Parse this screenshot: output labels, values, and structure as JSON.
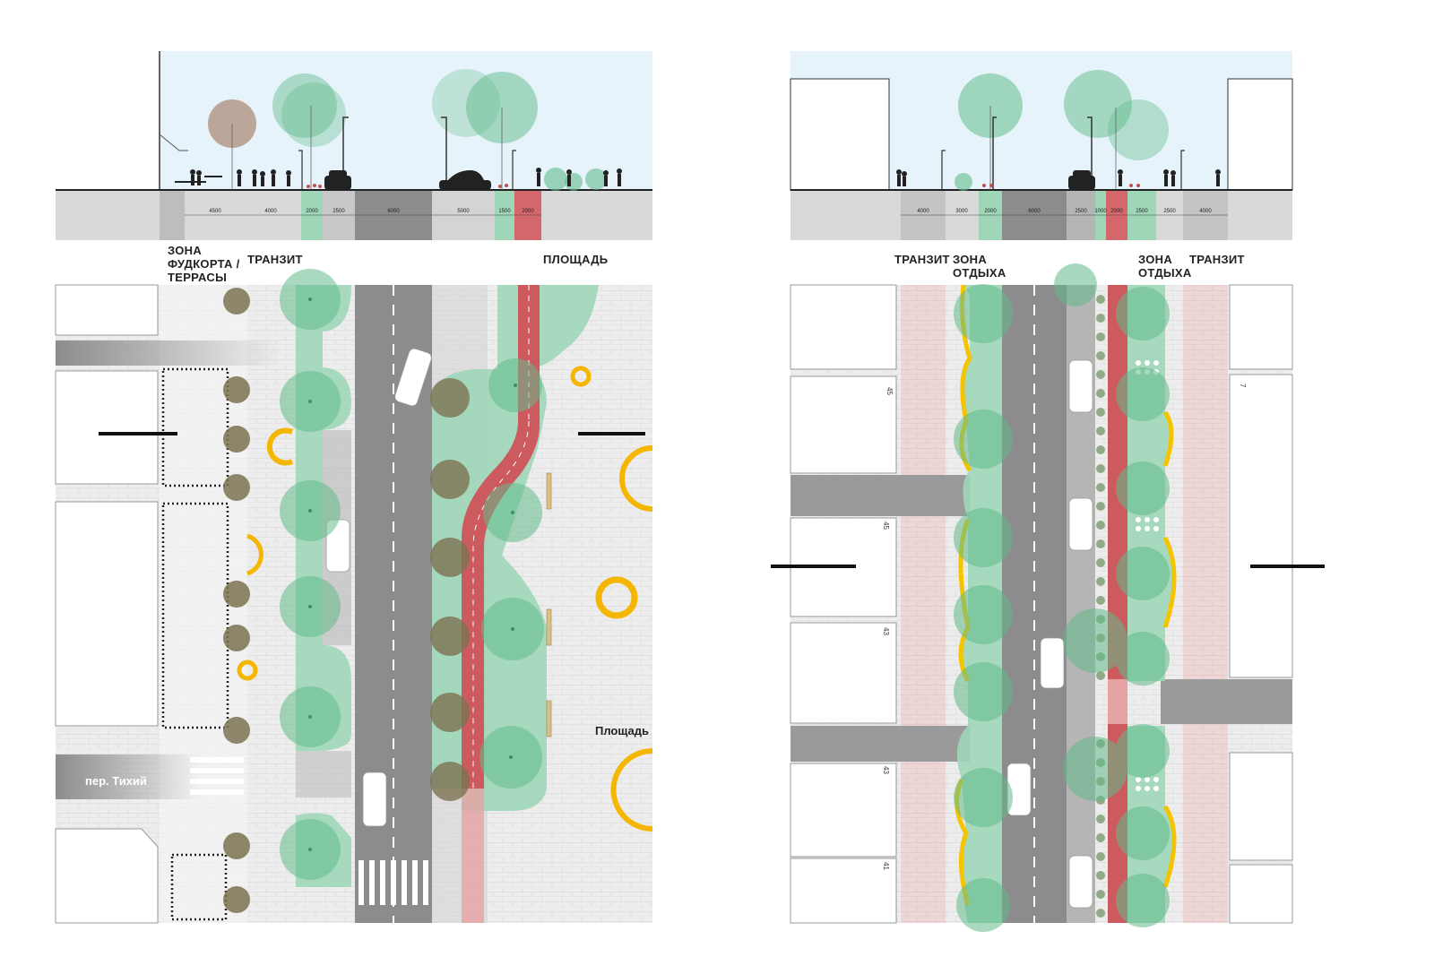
{
  "left": {
    "labels": {
      "foodcourt": "ЗОНА ФУДКОРТА / ТЕРРАСЫ",
      "transit": "ТРАНЗИТ",
      "square": "ПЛОЩАДЬ"
    },
    "plan_labels": {
      "square": "Площадь",
      "lane": "пер. Тихий"
    },
    "dimensions": [
      "4500",
      "4000",
      "2000",
      "2500",
      "6000",
      "5000",
      "1500",
      "2000"
    ]
  },
  "right": {
    "labels": {
      "transit_left": "ТРАНЗИТ",
      "rest_left": "ЗОНА ОТДЫХА",
      "rest_right": "ЗОНА ОТДЫХА",
      "transit_right": "ТРАНЗИТ"
    },
    "dimensions": [
      "4000",
      "3000",
      "2000",
      "6000",
      "2500",
      "1000",
      "2000",
      "2500",
      "2500",
      "4000"
    ],
    "building_numbers": [
      "45",
      "45",
      "43",
      "43",
      "41",
      "7"
    ]
  },
  "colors": {
    "sky": "#e6f3fa",
    "ground": "#e2e2e2",
    "road": "#8c8c8e",
    "green": "#62bb8a",
    "green_zone": "#9fd6b8",
    "bike_lane": "#cc5a5e",
    "terrace_tree": "#7d7352",
    "accent_yellow": "#f4b600",
    "paving": "#ececec",
    "pink_paving": "#ecd5d5"
  }
}
